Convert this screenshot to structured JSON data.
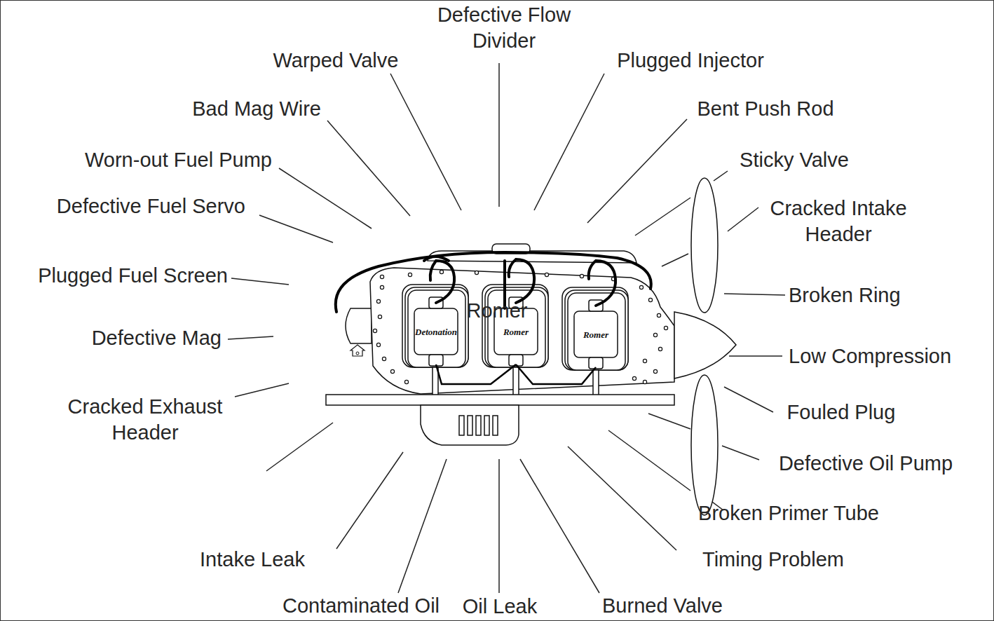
{
  "diagram": {
    "labels": [
      "Defective Flow Divider",
      "Warped Valve",
      "Plugged Injector",
      "Bad Mag Wire",
      "Bent Push Rod",
      "Worn-out Fuel Pump",
      "Sticky Valve",
      "Defective Fuel Servo",
      "Cracked Intake Header",
      "Plugged Fuel Screen",
      "Broken Ring",
      "Defective Mag",
      "Low Compression",
      "Cracked Exhaust Header",
      "Fouled Plug",
      "Defective Oil Pump",
      "Broken Primer Tube",
      "Intake Leak",
      "Timing Problem",
      "Contaminated Oil",
      "Oil Leak",
      "Burned Valve",
      "Detonation",
      "Romer",
      "Romer",
      "Romer"
    ]
  }
}
